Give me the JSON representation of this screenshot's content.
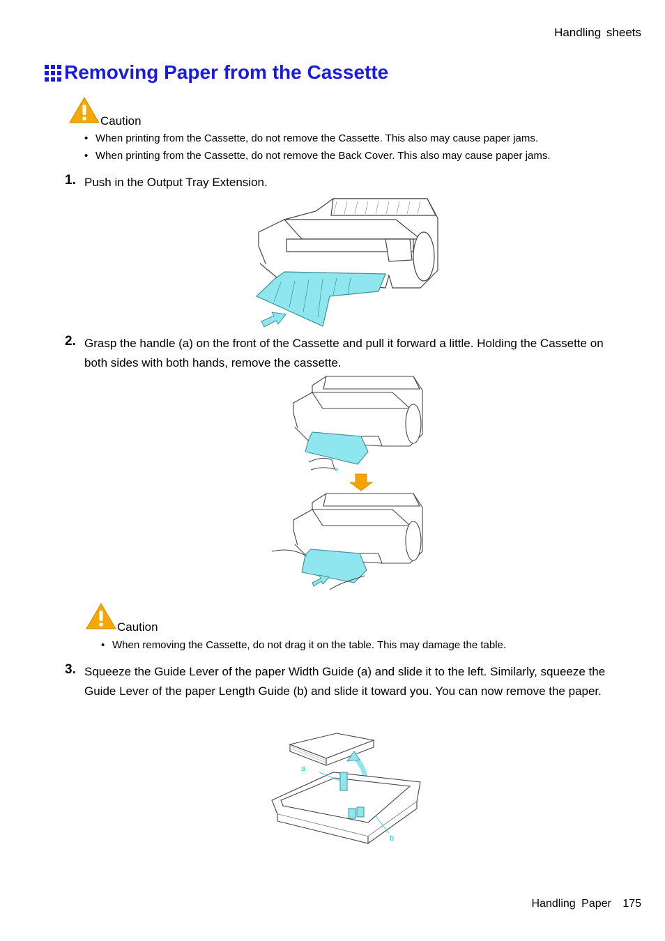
{
  "header": {
    "section": "Handling sheets"
  },
  "title": "Removing Paper from the Cassette",
  "caution1": {
    "label": "Caution",
    "items": [
      "When printing from the Cassette, do not remove the Cassette. This also may cause paper jams.",
      "When printing from the Cassette, do not remove the Back Cover. This also may cause paper jams."
    ]
  },
  "steps": [
    {
      "num": "1.",
      "text": "Push in the Output Tray Extension."
    },
    {
      "num": "2.",
      "text": "Grasp the handle (a) on the front of the Cassette and pull it forward a little. Holding the Cassette on both sides with both hands, remove the cassette."
    },
    {
      "num": "3.",
      "text": "Squeeze the Guide Lever of the paper Width Guide (a) and slide it to the left. Similarly, squeeze the Guide Lever of the paper Length Guide (b) and slide it toward you. You can now remove the paper."
    }
  ],
  "caution2": {
    "label": "Caution",
    "items": [
      "When removing the Cassette, do not drag it on the table. This may damage the table."
    ]
  },
  "figures": {
    "fig2_label_a": "a",
    "fig3_label_a": "a",
    "fig3_label_b": "b"
  },
  "footer": {
    "chapter": "Handling Paper",
    "page": "175"
  },
  "colors": {
    "title": "#1a1ae6",
    "highlight": "#8fe6ee",
    "arrow_orange": "#f5a300",
    "caution_yellow": "#f5a800"
  }
}
